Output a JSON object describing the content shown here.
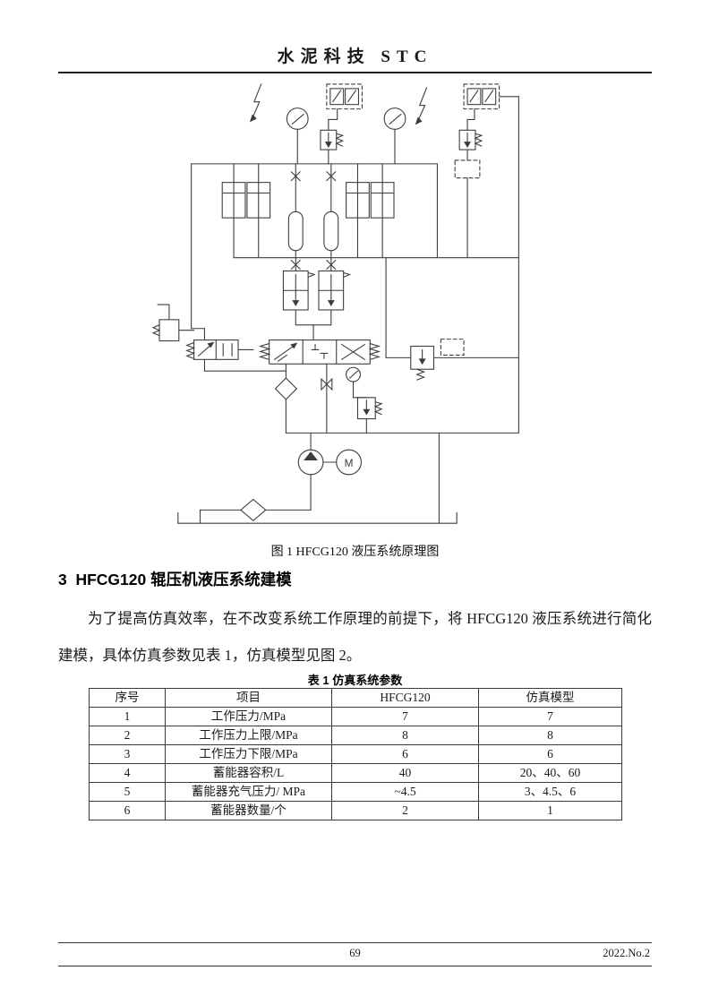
{
  "header": {
    "journal_title": "水泥科技 STC"
  },
  "figure": {
    "caption": "图 1 HFCG120 液压系统原理图",
    "motor_label": "M"
  },
  "section": {
    "heading": "3  HFCG120 辊压机液压系统建模",
    "paragraph": "为了提高仿真效率，在不改变系统工作原理的前提下，将 HFCG120 液压系统进行简化建模，具体仿真参数见表 1，仿真模型见图 2。"
  },
  "table": {
    "caption": "表 1 仿真系统参数",
    "headers": [
      "序号",
      "项目",
      "HFCG120",
      "仿真模型"
    ],
    "rows": [
      [
        "1",
        "工作压力/MPa",
        "7",
        "7"
      ],
      [
        "2",
        "工作压力上限/MPa",
        "8",
        "8"
      ],
      [
        "3",
        "工作压力下限/MPa",
        "6",
        "6"
      ],
      [
        "4",
        "蓄能器容积/L",
        "40",
        "20、40、60"
      ],
      [
        "5",
        "蓄能器充气压力/ MPa",
        "~4.5",
        "3、4.5、6"
      ],
      [
        "6",
        "蓄能器数量/个",
        "2",
        "1"
      ]
    ]
  },
  "footer": {
    "page_number": "69",
    "issue": "2022.No.2"
  }
}
